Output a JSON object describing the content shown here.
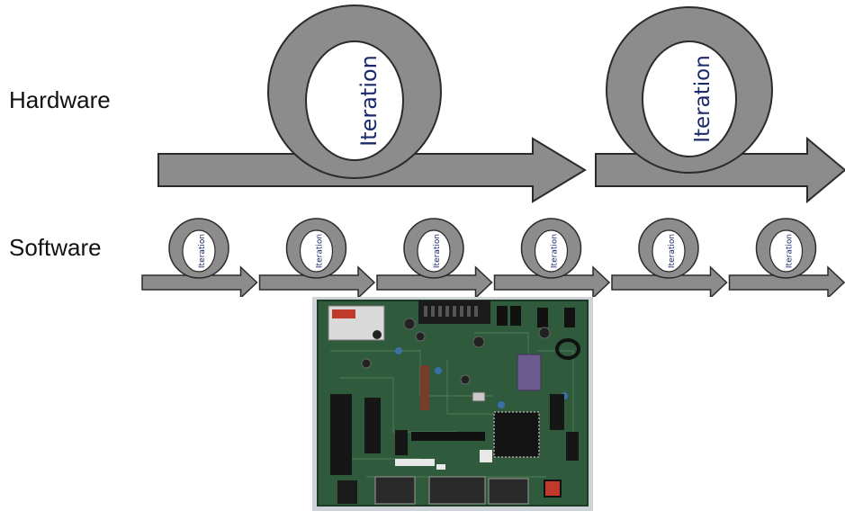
{
  "labels": {
    "hardware": "Hardware",
    "software": "Software"
  },
  "loop_text": "Iteration",
  "hardware_loops": [
    {
      "text": "Iteration"
    },
    {
      "text": "Iteration"
    }
  ],
  "software_loops": [
    {
      "text": "Iteration"
    },
    {
      "text": "Iteration"
    },
    {
      "text": "Iteration"
    },
    {
      "text": "Iteration"
    },
    {
      "text": "Iteration"
    },
    {
      "text": "Iteration"
    }
  ],
  "photo": {
    "subject": "circuit-board-photo"
  },
  "colors": {
    "loop_fill": "#8c8c8c",
    "loop_stroke": "#2b2b2b",
    "board_green": "#2f5a3c",
    "text_blue": "#1a2a6a"
  }
}
